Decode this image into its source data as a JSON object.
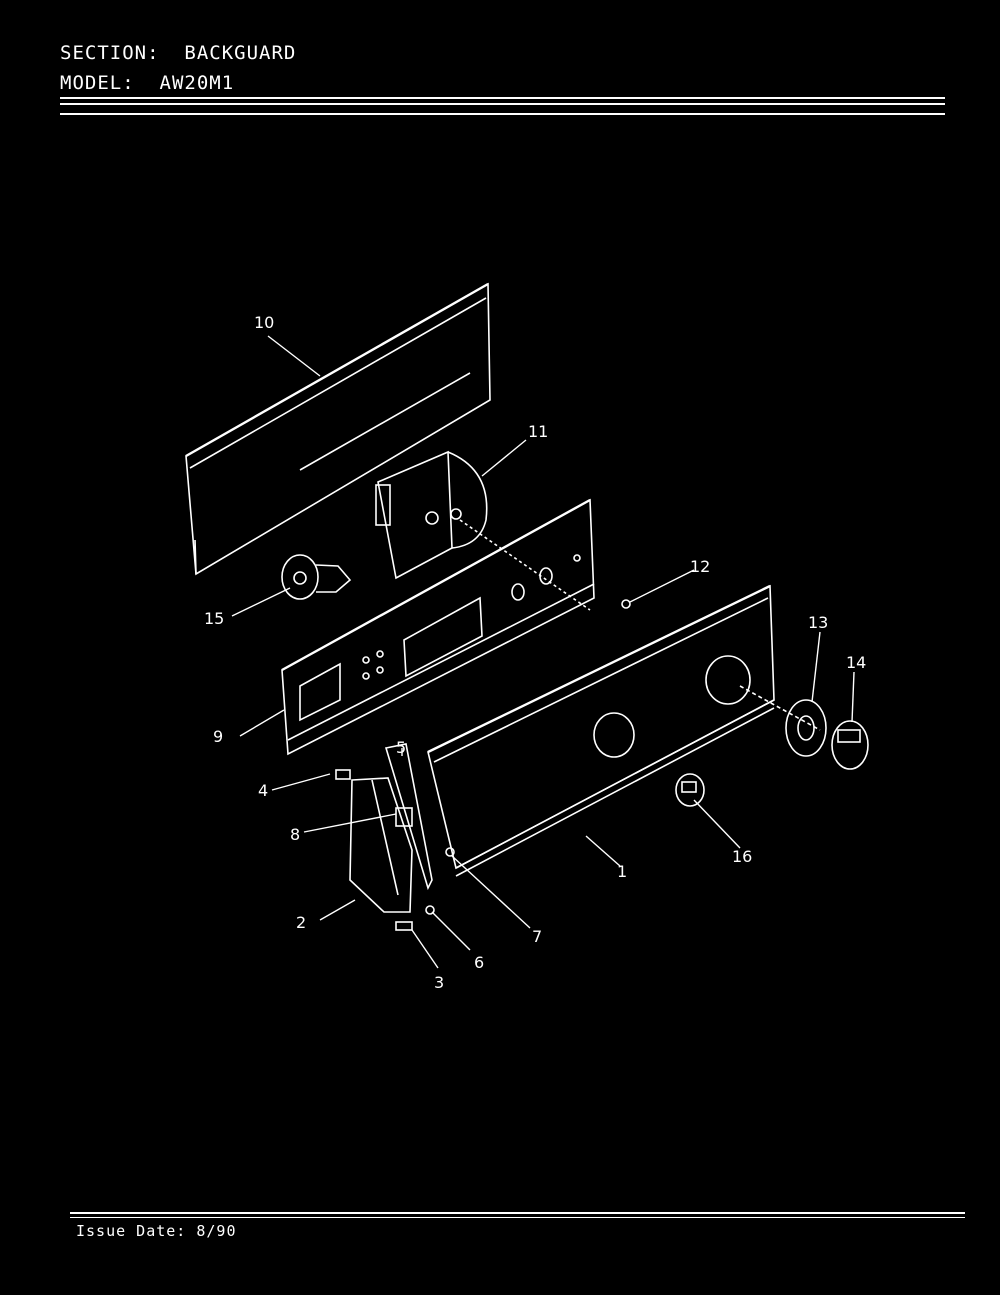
{
  "header": {
    "section_label": "SECTION:",
    "section_value": "BACKGUARD",
    "model_label": "MODEL:",
    "model_value": "AW20M1"
  },
  "footer": {
    "issue_date": "Issue Date: 8/90"
  },
  "callouts": [
    "1",
    "2",
    "3",
    "4",
    "5",
    "6",
    "7",
    "8",
    "9",
    "10",
    "11",
    "12",
    "13",
    "14",
    "15",
    "16"
  ]
}
